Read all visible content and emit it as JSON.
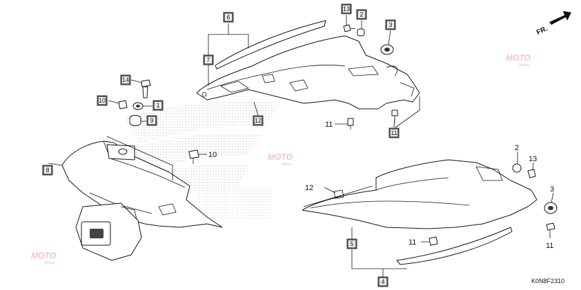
{
  "diagram_code": "K0N8F2310",
  "direction_label": "FR.",
  "watermark_text": "MOTO",
  "watermark_sub": "Ghaza",
  "callouts": {
    "c6": "6",
    "c7": "7",
    "c13a": "13",
    "c2a": "2",
    "c3a": "3",
    "c14": "14",
    "c10a": "10",
    "c1": "1",
    "c9": "9",
    "c12a": "12",
    "c11a": "11",
    "c11b": "11",
    "c10b": "10",
    "c8": "8",
    "c2b": "2",
    "c13b": "13",
    "c3b": "3",
    "c12b": "12",
    "c5": "5",
    "c11c": "11",
    "c11d": "11",
    "c4": "4"
  }
}
